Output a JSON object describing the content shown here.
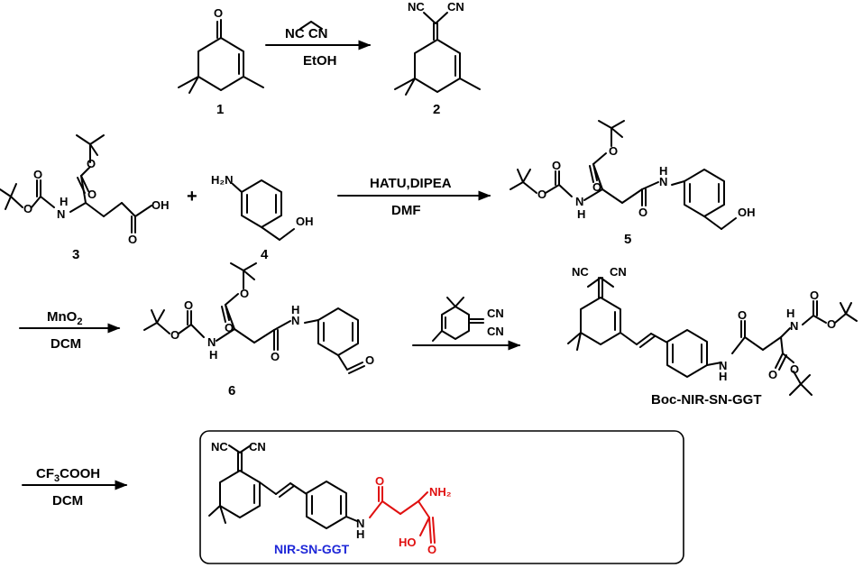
{
  "labels": {
    "c1": "1",
    "c2": "2",
    "c3": "3",
    "c4": "4",
    "c5": "5",
    "c6": "6",
    "boc_product": "Boc-NIR-SN-GGT",
    "final_product": "NIR-SN-GGT"
  },
  "reagents": {
    "step1_reagent": "NC  CN",
    "step1_solvent": "EtOH",
    "step2_reagent": "HATU,DIPEA",
    "step2_solvent": "DMF",
    "step3_reagent": "MnO",
    "step3_reagent_sub": "2",
    "step3_solvent": "DCM",
    "step5_reagent_pre": "CF",
    "step5_reagent_sub": "3",
    "step5_reagent_post": "COOH",
    "step5_solvent": "DCM"
  },
  "plus_sign": "+",
  "atoms": {
    "O": "O",
    "OH": "OH",
    "NH": "N",
    "H": "H",
    "H2N": "H₂N",
    "NC": "NC",
    "CN": "CN",
    "NH2": "NH₂",
    "HO": "HO",
    "N": "N"
  },
  "colors": {
    "ink": "#000000",
    "highlight": "#e01010",
    "product_name": "#1f28d8"
  }
}
